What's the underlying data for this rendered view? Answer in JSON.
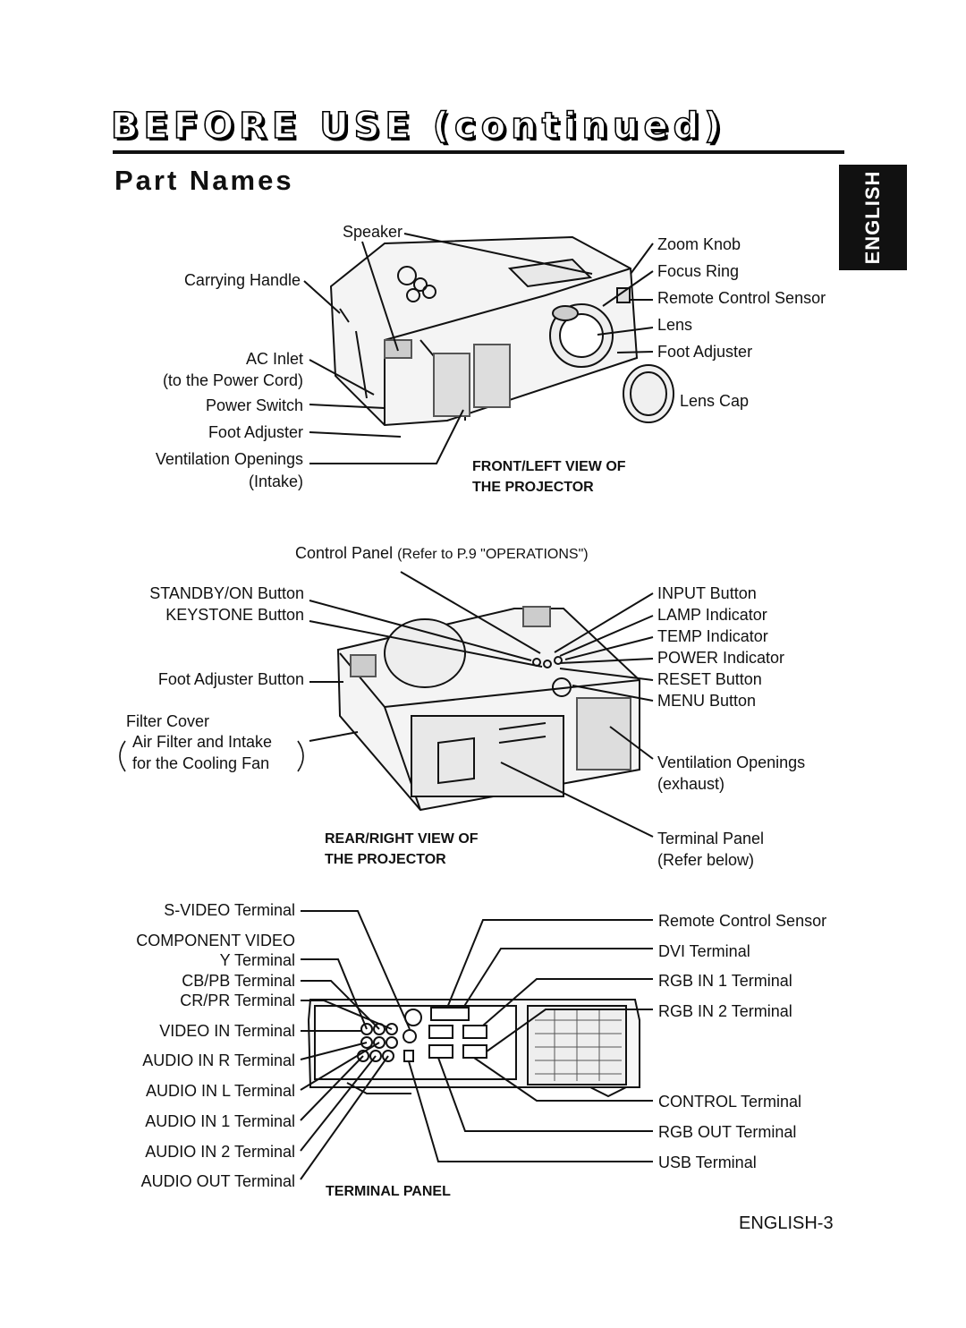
{
  "header": {
    "title": "BEFORE USE (continued)",
    "section": "Part Names",
    "side_tab": "ENGLISH"
  },
  "front_view": {
    "caption": [
      "FRONT/LEFT VIEW OF",
      "THE PROJECTOR"
    ],
    "left_labels": [
      "Speaker",
      "Carrying Handle",
      "AC Inlet",
      "(to the Power Cord)",
      "Power Switch",
      "Foot Adjuster",
      "Ventilation Openings",
      "(Intake)"
    ],
    "right_labels": [
      "Zoom Knob",
      "Focus Ring",
      "Remote Control Sensor",
      "Lens",
      "Foot Adjuster",
      "Lens Cap"
    ]
  },
  "rear_view": {
    "title_main": "Control Panel",
    "title_ref": "(Refer to P.9 \"OPERATIONS\")",
    "caption": [
      "REAR/RIGHT VIEW OF",
      "THE PROJECTOR"
    ],
    "left_labels": [
      "STANDBY/ON Button",
      "KEYSTONE Button",
      "Foot Adjuster Button",
      "Filter Cover",
      "Air Filter and Intake",
      "for the Cooling Fan"
    ],
    "right_labels": [
      "INPUT Button",
      "LAMP Indicator",
      "TEMP Indicator",
      "POWER Indicator",
      "RESET Button",
      "MENU Button",
      "Ventilation Openings",
      "(exhaust)",
      "Terminal Panel",
      "(Refer below)"
    ]
  },
  "terminal_panel": {
    "caption": "TERMINAL PANEL",
    "left_labels": [
      "S-VIDEO Terminal",
      "COMPONENT VIDEO",
      "Y Terminal",
      "CB/PB Terminal",
      "CR/PR Terminal",
      "VIDEO IN Terminal",
      "AUDIO IN R Terminal",
      "AUDIO IN L Terminal",
      "AUDIO IN 1 Terminal",
      "AUDIO IN 2 Terminal",
      "AUDIO OUT Terminal"
    ],
    "right_labels": [
      "Remote Control Sensor",
      "DVI Terminal",
      "RGB IN 1 Terminal",
      "RGB IN 2 Terminal",
      "CONTROL Terminal",
      "RGB OUT Terminal",
      "USB Terminal"
    ]
  },
  "footer": {
    "page": "ENGLISH-3"
  }
}
